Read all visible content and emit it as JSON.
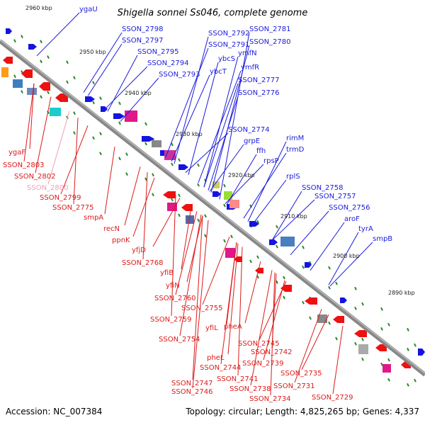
{
  "title": "Shigella sonnei Ss046, complete genome",
  "footer": {
    "accession": "Accession: NC_007384",
    "stats": "Topology: circular; Length: 4,825,265 bp; Genes: 4,337"
  },
  "colors": {
    "forward_label": "#1a1add",
    "reverse_label": "#dd1a1a",
    "pseudo_label": "#f0a0b8",
    "forward_gene": "#1414e0",
    "reverse_gene": "#ee1111",
    "backbone": "#888888",
    "tick": "#2a8a2a"
  },
  "kbp_marks": [
    "2960 kbp",
    "2950 kbp",
    "2940 kbp",
    "2930 kbp",
    "2920 kbp",
    "2910 kbp",
    "2900 kbp",
    "2890 kbp"
  ],
  "forward_labels": [
    "ygaU",
    "SSON_2798",
    "SSON_2797",
    "SSON_2795",
    "SSON_2794",
    "SSON_2793",
    "SSON_2792",
    "SSON_2781",
    "SSON_2791",
    "SSON_2780",
    "ymfN",
    "ybcS",
    "ymfR",
    "ybcT",
    "SSON_2777",
    "SSON_2776",
    "SSON_2774",
    "rimM",
    "grpE",
    "ffh",
    "trmD",
    "rpsP",
    "rplS",
    "SSON_2758",
    "SSON_2757",
    "SSON_2756",
    "aroF",
    "tyrA",
    "smpB"
  ],
  "reverse_labels": [
    "ygaF",
    "SSON_2803",
    "SSON_2802",
    "SSON_2800",
    "SSON_2799",
    "SSON_2775",
    "smpA",
    "recN",
    "ppnK",
    "yfjD",
    "SSON_2768",
    "yfiB",
    "yfiN",
    "SSON_2760",
    "SSON_2755",
    "SSON_2759",
    "yfiL",
    "pheA",
    "SSON_2754",
    "SSON_2745",
    "SSON_2742",
    "pheL",
    "SSON_2744",
    "SSON_2739",
    "SSON_2735",
    "SSON_2741",
    "SSON_2747",
    "SSON_2746",
    "SSON_2738",
    "SSON_2731",
    "SSON_2734",
    "SSON_2729"
  ]
}
